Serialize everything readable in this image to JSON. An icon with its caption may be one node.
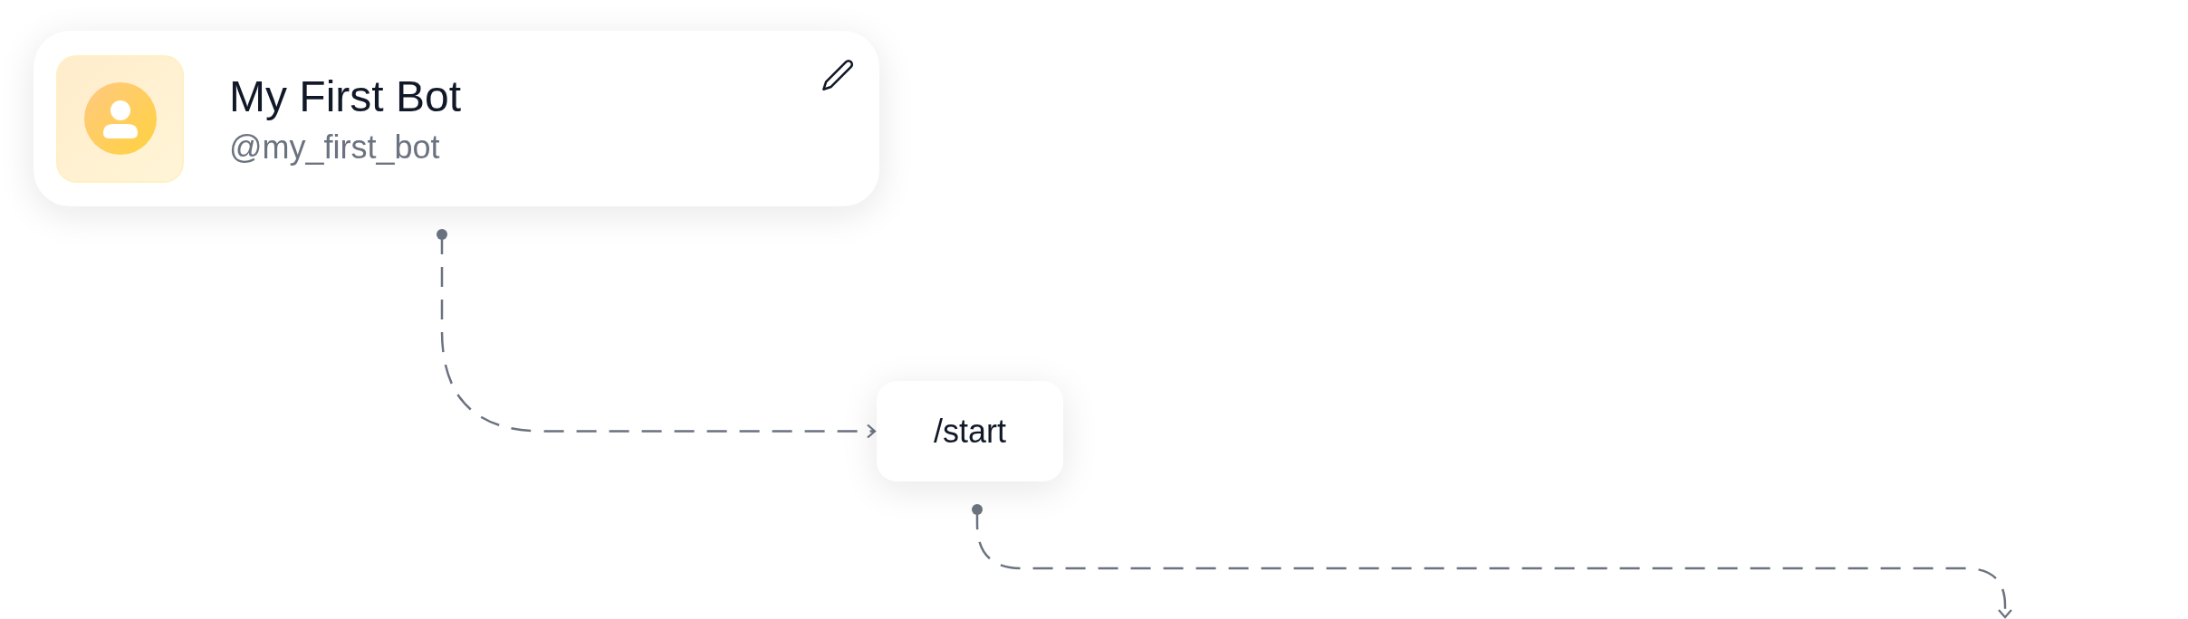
{
  "diagram": {
    "nodes": [
      {
        "text": [
          "My First Bot",
          "@my_first_bot"
        ]
      },
      {
        "text": [
          "/start"
        ]
      }
    ],
    "edges": [
      {
        "from": 0,
        "to": 1,
        "arrow": "to",
        "style": "dashed"
      },
      {
        "from": 1,
        "to": null,
        "arrow": "to",
        "style": "dashed"
      }
    ]
  }
}
